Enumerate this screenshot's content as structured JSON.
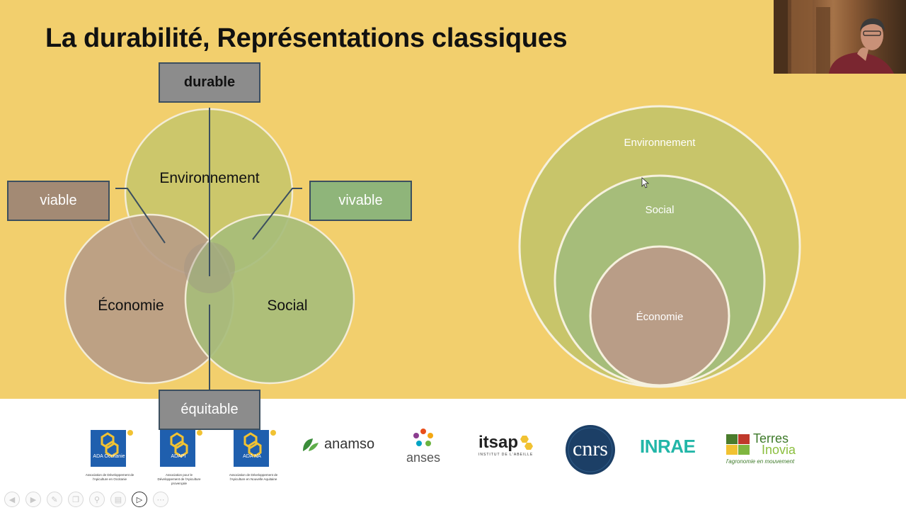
{
  "slide": {
    "title": "La durabilité, Représentations classiques",
    "venn": {
      "circles": [
        "Environnement",
        "Économie",
        "Social"
      ],
      "boxes": {
        "durable": "durable",
        "viable": "viable",
        "vivable": "vivable",
        "equitable": "équitable"
      }
    },
    "nested": {
      "outer": "Environnement",
      "middle": "Social",
      "inner": "Économie"
    }
  },
  "logos": {
    "ada_occitanie": {
      "name": "ADA Occitanie",
      "caption": "Association de Développement de l'Apiculture en Occitanie"
    },
    "adapi": {
      "name": "ADAPI",
      "caption": "Association pour le Développement de l'Apiculture provençale"
    },
    "ada_na": {
      "name": "ADA NA",
      "caption": "Association de Développement de l'Apiculture en Nouvelle Aquitaine"
    },
    "anamso": "anamso",
    "anses": "anses",
    "itsap": {
      "name": "itsap",
      "sub": "INSTITUT DE L'ABEILLE"
    },
    "cnrs": "cnrs",
    "inrae": "INRAE",
    "terres_inovia": {
      "line1": "Terres",
      "line2": "Inovia",
      "tagline": "l'agronomie en mouvement"
    }
  },
  "colors": {
    "slide_bg": "#f2cf6d",
    "environment": "#c8c56a",
    "economy": "#b99d87",
    "social": "#a6bd7a",
    "box_grey": "#8c8c8c",
    "box_brown": "#a38a74",
    "box_green": "#8fb57a"
  },
  "toolbar": {
    "icons": [
      "prev-icon",
      "next-icon",
      "pen-icon",
      "copy-icon",
      "zoom-icon",
      "subtitles-icon",
      "camera-icon",
      "more-icon"
    ]
  }
}
